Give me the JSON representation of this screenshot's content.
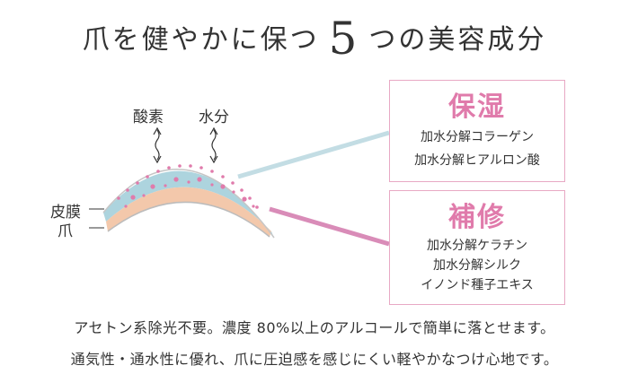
{
  "title": {
    "pre": "爪を健やかに保つ",
    "number": "5",
    "post": "つの美容成分"
  },
  "diagram": {
    "oxygen": "酸素",
    "water": "水分",
    "skin_film": "皮膜",
    "nail": "爪",
    "colors": {
      "film": "#add4de",
      "nail": "#f3c8ab",
      "dots": "#e07bab",
      "moisture_line": "#c3dde4",
      "repair_line": "#d98cb8",
      "box_border": "#e8a9c4",
      "accent": "#e07bab"
    }
  },
  "moisture_box": {
    "heading": "保湿",
    "items": [
      "加水分解コラーゲン",
      "加水分解ヒアルロン酸"
    ]
  },
  "repair_box": {
    "heading": "補修",
    "items": [
      "加水分解ケラチン",
      "加水分解シルク",
      "イノンド種子エキス"
    ]
  },
  "description": [
    "アセトン系除光不要。濃度 80%以上のアルコールで簡単に落とせます。",
    "通気性・通水性に優れ、爪に圧迫感を感じにくい軽やかなつけ心地です。"
  ]
}
